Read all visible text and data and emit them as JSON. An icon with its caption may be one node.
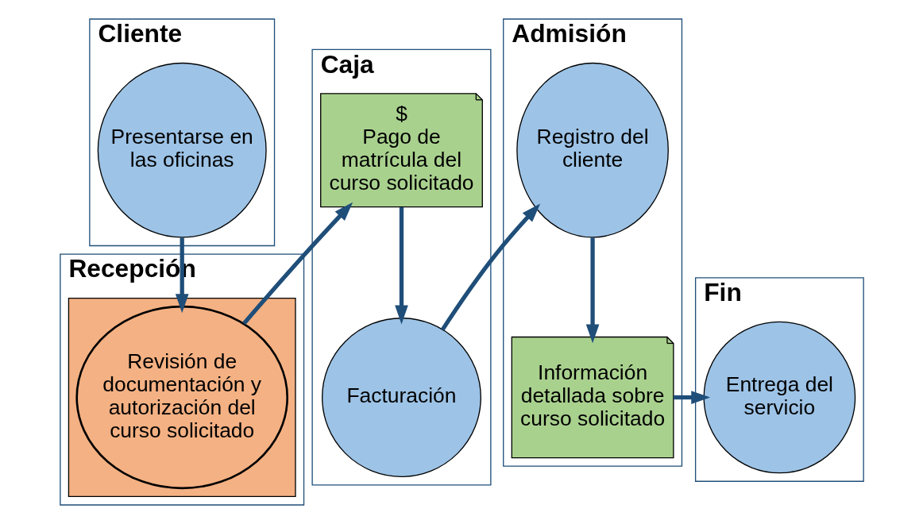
{
  "diagram": {
    "nodes": [
      {
        "text": [
          "Cliente"
        ]
      },
      {
        "text": [
          "Presentarse en las oficinas"
        ],
        "in": 0
      },
      {
        "text": [
          "Recepción"
        ]
      },
      {
        "text": [],
        "shape": "box",
        "in": 2
      },
      {
        "text": [
          "Revisión de documentación y autorización del curso solicitado"
        ],
        "in": 3
      },
      {
        "text": [
          "Caja"
        ]
      },
      {
        "text": [
          "$",
          "Pago de matrícula del curso solicitado"
        ],
        "in": 5
      },
      {
        "text": [
          "Facturación"
        ],
        "in": 5
      },
      {
        "text": [
          "Admisión"
        ]
      },
      {
        "text": [
          "Registro del cliente"
        ],
        "in": 8
      },
      {
        "text": [
          "Información detallada sobre curso solicitado"
        ],
        "in": 8
      },
      {
        "text": [
          "Fin"
        ]
      },
      {
        "text": [
          "Entrega del servicio"
        ],
        "in": 11
      }
    ],
    "edges": [
      {
        "from": 1,
        "to": 4,
        "arrow": "to"
      },
      {
        "from": 4,
        "to": 6,
        "arrow": "to"
      },
      {
        "from": 6,
        "to": 7,
        "arrow": "to"
      },
      {
        "from": 7,
        "to": 9,
        "arrow": "to"
      },
      {
        "from": 9,
        "to": 10,
        "arrow": "to"
      },
      {
        "from": 10,
        "to": 12,
        "arrow": "to"
      }
    ]
  }
}
